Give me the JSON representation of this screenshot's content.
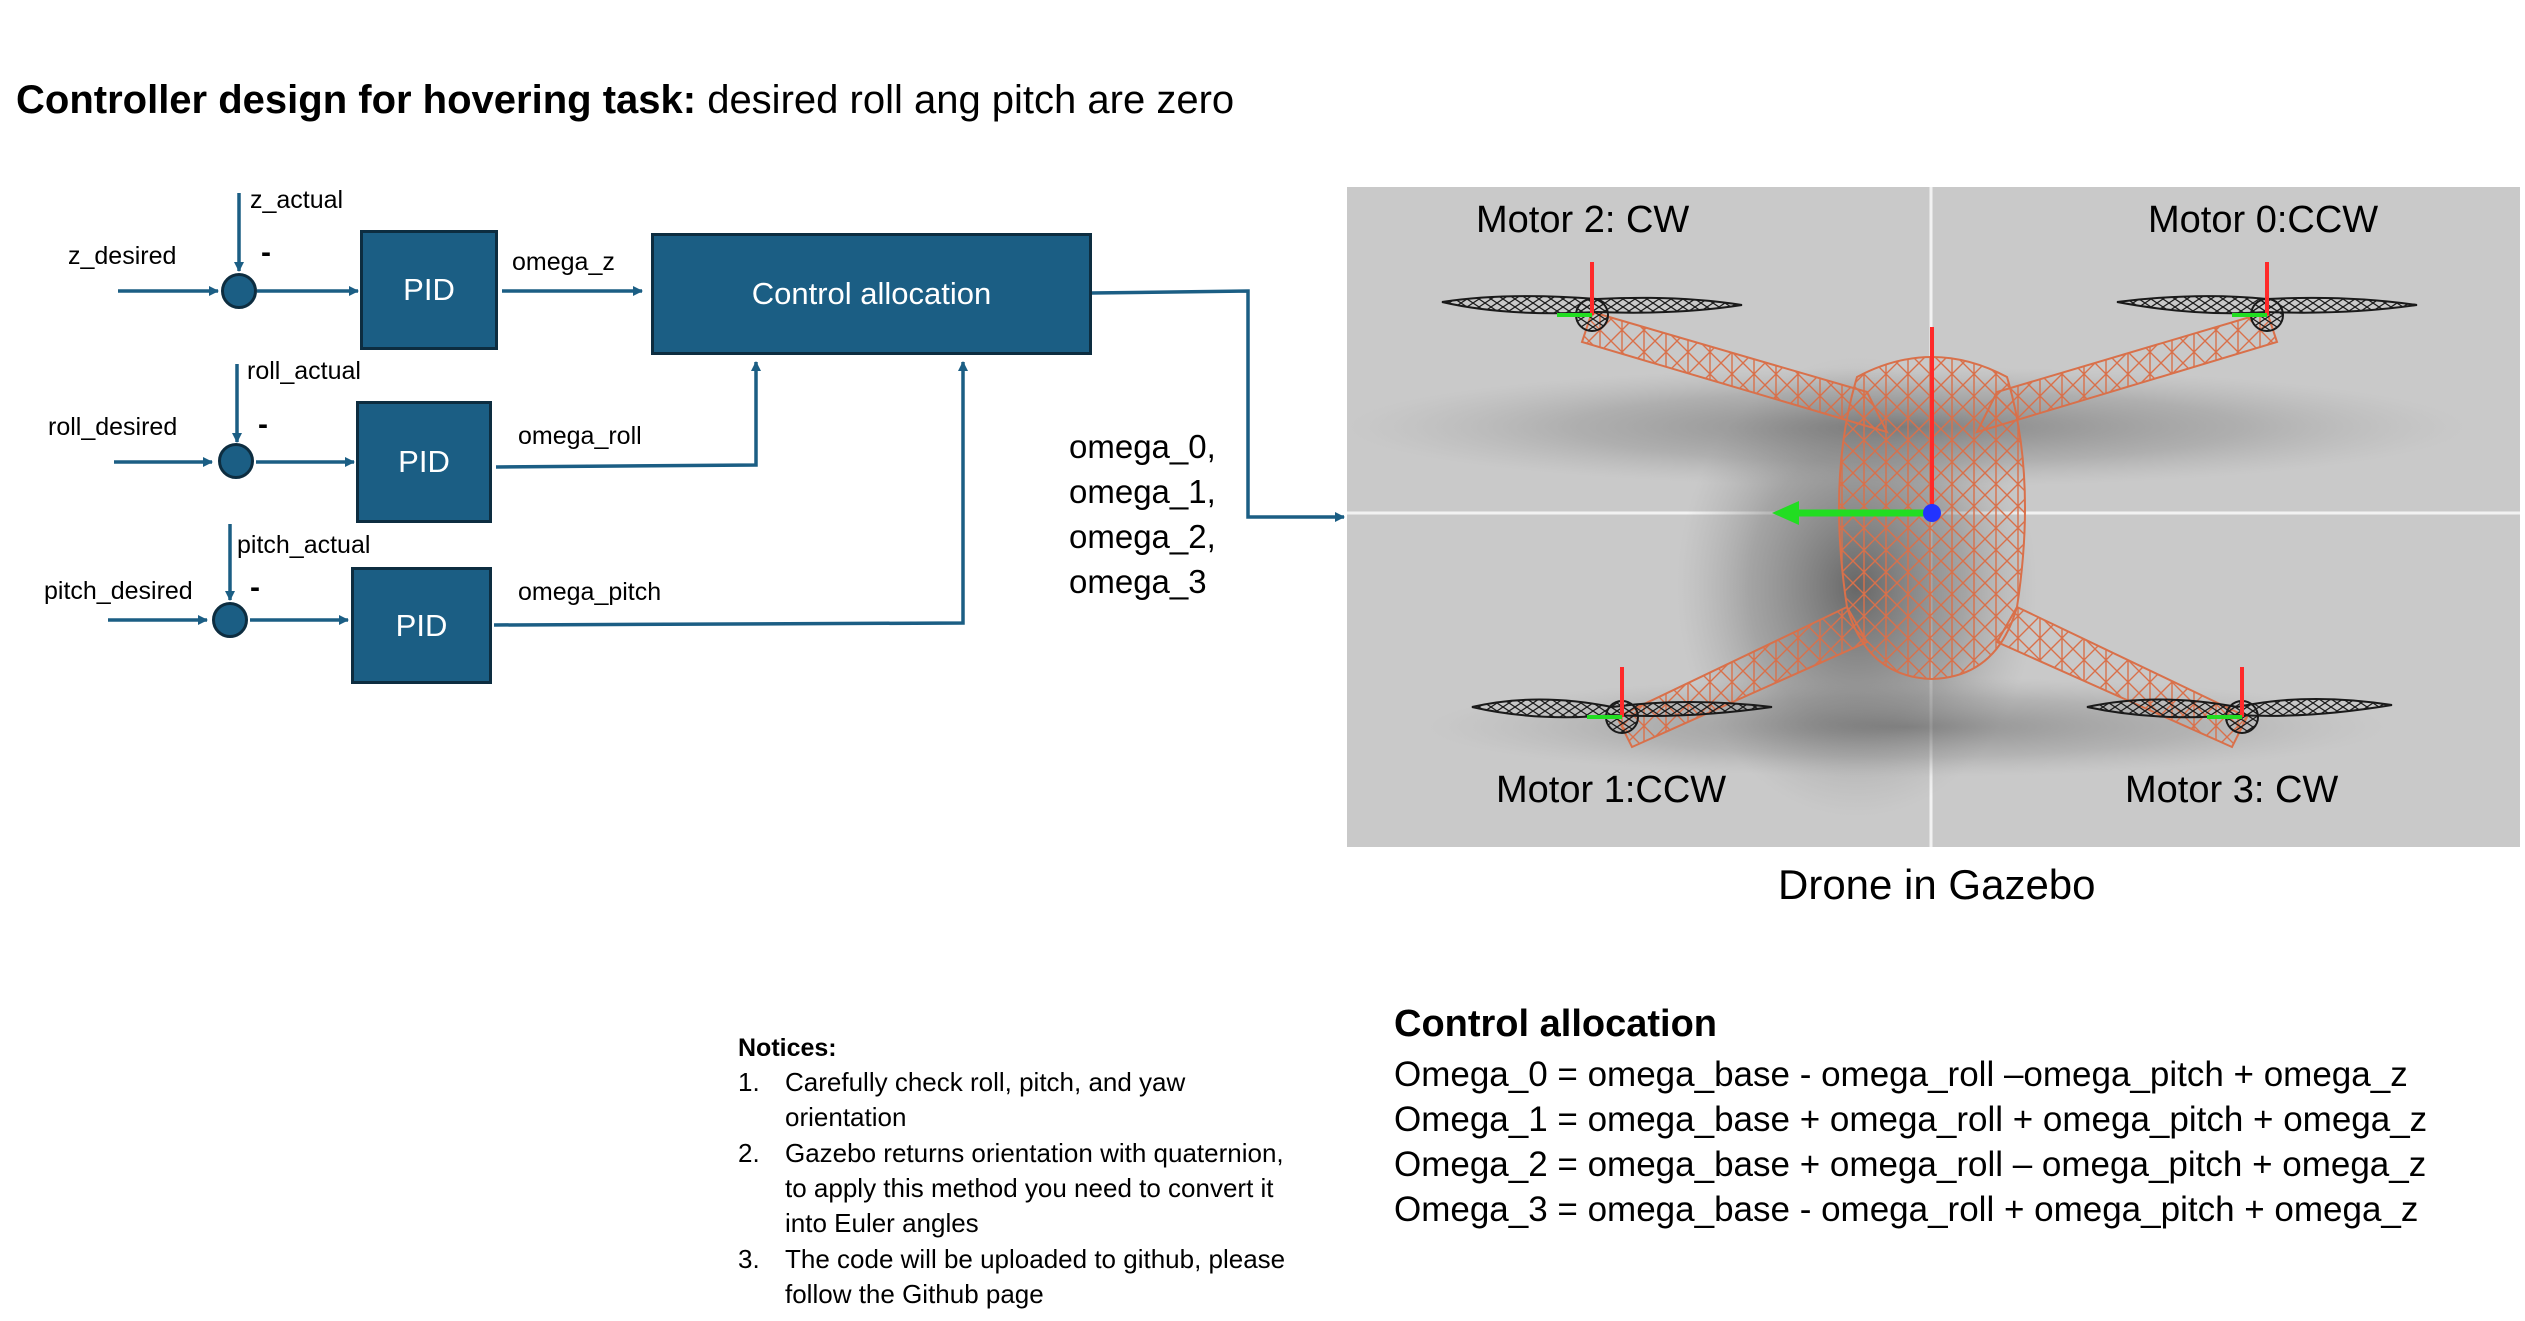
{
  "title": {
    "bold": "Controller design for hovering task:",
    "rest": " desired roll ang pitch are zero"
  },
  "diagram": {
    "z_desired": "z_desired",
    "z_actual": "z_actual",
    "roll_desired": "roll_desired",
    "roll_actual": "roll_actual",
    "pitch_desired": "pitch_desired",
    "pitch_actual": "pitch_actual",
    "minus": "-",
    "pid": "PID",
    "omega_z": "omega_z",
    "omega_roll": "omega_roll",
    "omega_pitch": "omega_pitch",
    "control_allocation": "Control allocation",
    "outputs": [
      "omega_0,",
      "omega_1,",
      "omega_2,",
      "omega_3"
    ]
  },
  "gazebo": {
    "motor_2": "Motor 2: CW",
    "motor_0": "Motor 0:CCW",
    "motor_1": "Motor 1:CCW",
    "motor_3": "Motor 3: CW",
    "caption": "Drone in Gazebo",
    "colors": {
      "background": "#c9c9c9",
      "frame": "#d9704a",
      "prop": "#1a1a1a",
      "x_axis": "#ff2a2a",
      "y_axis": "#22dd22",
      "z_axis": "#2233ff"
    }
  },
  "notices": {
    "heading": "Notices:",
    "items": [
      {
        "num": "1.",
        "text": "Carefully check roll, pitch, and yaw orientation"
      },
      {
        "num": "2.",
        "text": "Gazebo returns orientation with quaternion, to apply this method you need to convert it into Euler angles"
      },
      {
        "num": "3.",
        "text": "The code will be uploaded to github, please follow the Github page"
      }
    ]
  },
  "allocation": {
    "title": "Control allocation",
    "equations": [
      "Omega_0 = omega_base - omega_roll –omega_pitch + omega_z",
      "Omega_1 = omega_base + omega_roll + omega_pitch + omega_z",
      "Omega_2 = omega_base + omega_roll – omega_pitch + omega_z",
      "Omega_3 = omega_base - omega_roll + omega_pitch + omega_z"
    ]
  },
  "style": {
    "block_fill": "#1b5e84",
    "block_border": "#0d2d40",
    "arrow": "#1b5e84"
  }
}
